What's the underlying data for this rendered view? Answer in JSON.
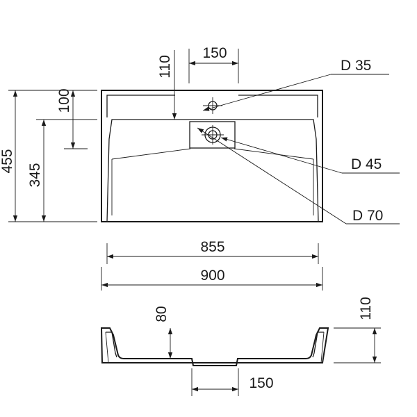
{
  "dimensions": {
    "top_view": {
      "drain_hole_offset": "110",
      "tap_hole_spacing": "150",
      "tap_hole_diameter": "D 35",
      "drain_diameter": "D 45",
      "drain_cover_diameter": "D 70",
      "overall_depth": "455",
      "basin_depth": "345",
      "deck_depth": "100",
      "basin_width": "855",
      "overall_width": "900"
    },
    "side_view": {
      "basin_height": "80",
      "overall_height": "110",
      "drain_offset": "150"
    }
  }
}
